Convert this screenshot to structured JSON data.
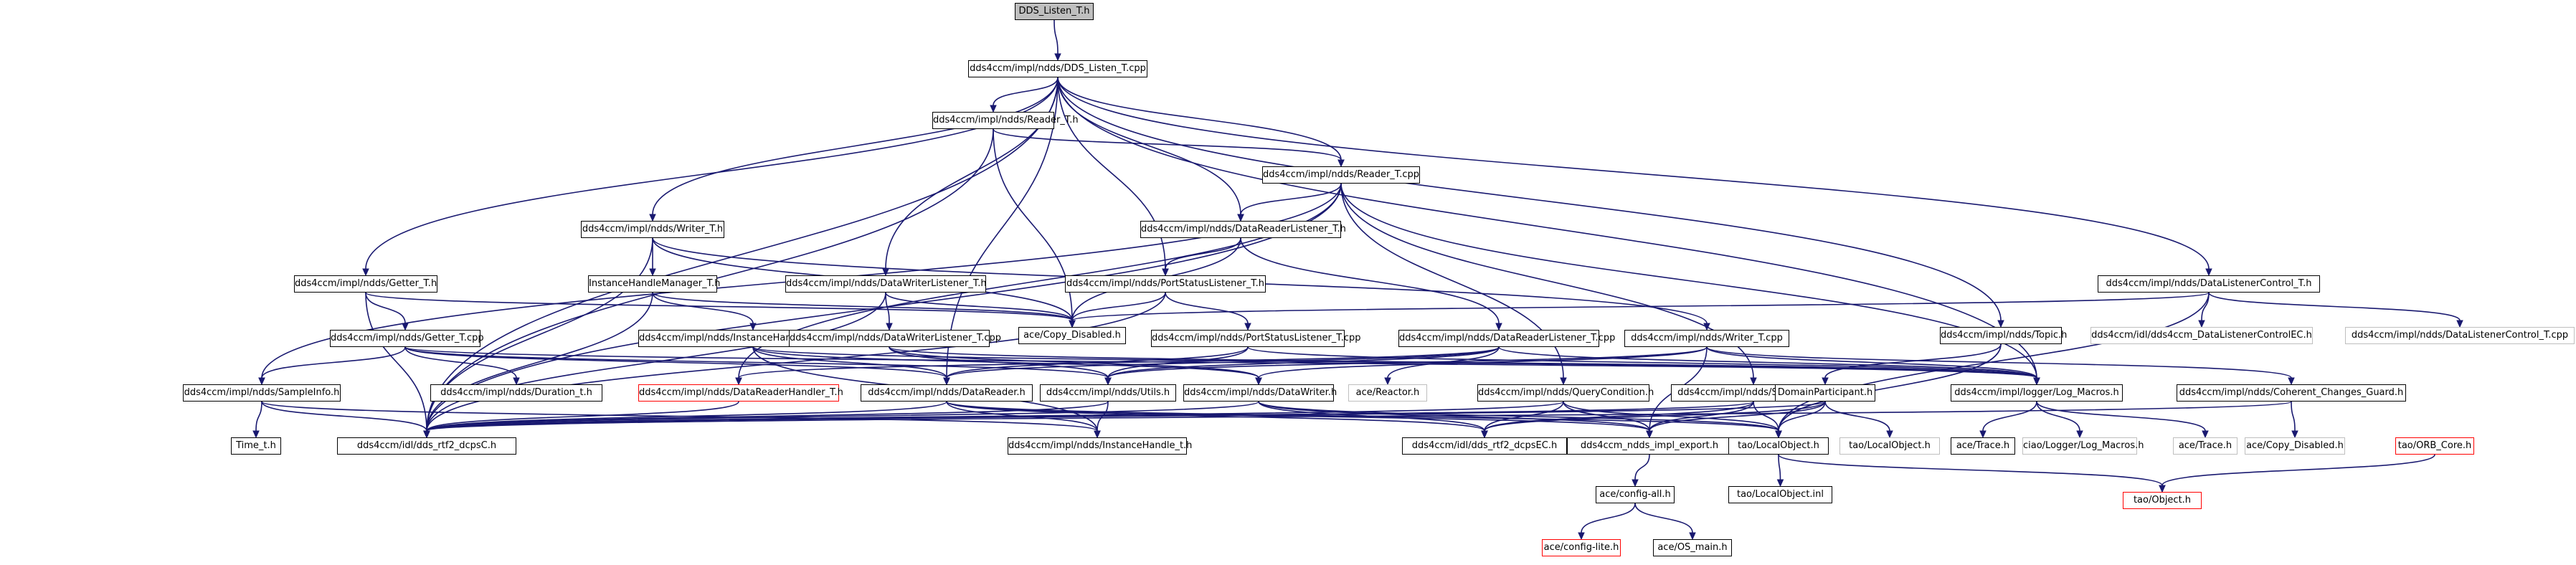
{
  "colors": {
    "edge": "#191970",
    "node_border": "#000000",
    "root_fill": "#bfbfbf",
    "missing_border": "#ff0000",
    "external_border": "#bfbfbf"
  },
  "nodes": [
    {
      "id": "root",
      "label": "DDS_Listen_T.h",
      "kind": "root"
    },
    {
      "id": "listen_cpp",
      "label": "dds4ccm/impl/ndds/DDS_Listen_T.cpp"
    },
    {
      "id": "reader_h",
      "label": "dds4ccm/impl/ndds/Reader_T.h"
    },
    {
      "id": "reader_cpp",
      "label": "dds4ccm/impl/ndds/Reader_T.cpp"
    },
    {
      "id": "writer_h",
      "label": "dds4ccm/impl/ndds/Writer_T.h"
    },
    {
      "id": "drl_h",
      "label": "dds4ccm/impl/ndds/DataReaderListener_T.h"
    },
    {
      "id": "getter_h",
      "label": "dds4ccm/impl/ndds/Getter_T.h"
    },
    {
      "id": "ihm_h",
      "label": "InstanceHandleManager_T.h"
    },
    {
      "id": "dwl_h",
      "label": "dds4ccm/impl/ndds/DataWriterListener_T.h"
    },
    {
      "id": "psl_h",
      "label": "dds4ccm/impl/ndds/PortStatusListener_T.h"
    },
    {
      "id": "dlc_h",
      "label": "dds4ccm/impl/ndds/DataListenerControl_T.h"
    },
    {
      "id": "copy_dis",
      "label": "ace/Copy_Disabled.h"
    },
    {
      "id": "topic_h",
      "label": "dds4ccm/impl/ndds/Topic.h"
    },
    {
      "id": "dlc_ec",
      "label": "dds4ccm/idl/dds4ccm_DataListenerControlEC.h",
      "kind": "gray"
    },
    {
      "id": "dlc_cpp",
      "label": "dds4ccm/impl/ndds/DataListenerControl_T.cpp",
      "kind": "gray"
    },
    {
      "id": "getter_cpp",
      "label": "dds4ccm/impl/ndds/Getter_T.cpp"
    },
    {
      "id": "ihm_cpp",
      "label": "dds4ccm/impl/ndds/InstanceHandleManager_T.cpp"
    },
    {
      "id": "dwl_cpp",
      "label": "dds4ccm/impl/ndds/DataWriterListener_T.cpp"
    },
    {
      "id": "psl_cpp",
      "label": "dds4ccm/impl/ndds/PortStatusListener_T.cpp"
    },
    {
      "id": "drl_cpp",
      "label": "dds4ccm/impl/ndds/DataReaderListener_T.cpp"
    },
    {
      "id": "writer_cpp",
      "label": "dds4ccm/impl/ndds/Writer_T.cpp"
    },
    {
      "id": "sampleinfo",
      "label": "dds4ccm/impl/ndds/SampleInfo.h"
    },
    {
      "id": "duration",
      "label": "dds4ccm/impl/ndds/Duration_t.h"
    },
    {
      "id": "drh",
      "label": "dds4ccm/impl/ndds/DataReaderHandler_T.h",
      "kind": "red"
    },
    {
      "id": "datareader",
      "label": "dds4ccm/impl/ndds/DataReader.h"
    },
    {
      "id": "utils",
      "label": "dds4ccm/impl/ndds/Utils.h"
    },
    {
      "id": "datawriter",
      "label": "dds4ccm/impl/ndds/DataWriter.h"
    },
    {
      "id": "reactor",
      "label": "ace/Reactor.h",
      "kind": "gray"
    },
    {
      "id": "querycond",
      "label": "dds4ccm/impl/ndds/QueryCondition.h"
    },
    {
      "id": "subscriber",
      "label": "dds4ccm/impl/ndds/Subscriber.h"
    },
    {
      "id": "domainpart",
      "label": "DomainParticipant.h"
    },
    {
      "id": "logmacros",
      "label": "dds4ccm/impl/logger/Log_Macros.h"
    },
    {
      "id": "ccg",
      "label": "dds4ccm/impl/ndds/Coherent_Changes_Guard.h"
    },
    {
      "id": "time",
      "label": "Time_t.h"
    },
    {
      "id": "dcpsc",
      "label": "dds4ccm/idl/dds_rtf2_dcpsC.h"
    },
    {
      "id": "ihandle",
      "label": "dds4ccm/impl/ndds/InstanceHandle_t.h"
    },
    {
      "id": "dcpsec",
      "label": "dds4ccm/idl/dds_rtf2_dcpsEC.h"
    },
    {
      "id": "impl_export",
      "label": "dds4ccm_ndds_impl_export.h"
    },
    {
      "id": "localobj",
      "label": "tao/LocalObject.h"
    },
    {
      "id": "localobj2",
      "label": "tao/LocalObject.h",
      "kind": "gray"
    },
    {
      "id": "trace1",
      "label": "ace/Trace.h"
    },
    {
      "id": "ciao_log",
      "label": "ciao/Logger/Log_Macros.h",
      "kind": "gray"
    },
    {
      "id": "trace2",
      "label": "ace/Trace.h",
      "kind": "gray"
    },
    {
      "id": "copy_dis2",
      "label": "ace/Copy_Disabled.h",
      "kind": "gray"
    },
    {
      "id": "orb_core",
      "label": "tao/ORB_Core.h",
      "kind": "red"
    },
    {
      "id": "config_all",
      "label": "ace/config-all.h"
    },
    {
      "id": "localobj_inl",
      "label": "tao/LocalObject.inl"
    },
    {
      "id": "tao_object",
      "label": "tao/Object.h",
      "kind": "red"
    },
    {
      "id": "config_lite",
      "label": "ace/config-lite.h",
      "kind": "red"
    },
    {
      "id": "os_main",
      "label": "ace/OS_main.h"
    }
  ],
  "edges": [
    [
      "root",
      "listen_cpp"
    ],
    [
      "listen_cpp",
      "reader_h"
    ],
    [
      "listen_cpp",
      "reader_cpp"
    ],
    [
      "listen_cpp",
      "writer_h"
    ],
    [
      "listen_cpp",
      "drl_h"
    ],
    [
      "listen_cpp",
      "getter_h"
    ],
    [
      "listen_cpp",
      "dwl_h"
    ],
    [
      "listen_cpp",
      "psl_h"
    ],
    [
      "listen_cpp",
      "dlc_h"
    ],
    [
      "listen_cpp",
      "topic_h"
    ],
    [
      "listen_cpp",
      "dcpsc"
    ],
    [
      "listen_cpp",
      "datareader"
    ],
    [
      "listen_cpp",
      "logmacros"
    ],
    [
      "reader_h",
      "reader_cpp"
    ],
    [
      "reader_h",
      "copy_dis"
    ],
    [
      "reader_h",
      "dcpsc"
    ],
    [
      "reader_cpp",
      "drl_h"
    ],
    [
      "reader_cpp",
      "drh"
    ],
    [
      "reader_cpp",
      "sampleinfo"
    ],
    [
      "reader_cpp",
      "querycond"
    ],
    [
      "reader_cpp",
      "subscriber"
    ],
    [
      "reader_cpp",
      "logmacros"
    ],
    [
      "reader_cpp",
      "dcpsc"
    ],
    [
      "writer_h",
      "ihm_h"
    ],
    [
      "writer_h",
      "writer_cpp"
    ],
    [
      "writer_h",
      "copy_dis"
    ],
    [
      "writer_h",
      "dcpsc"
    ],
    [
      "drl_h",
      "drl_cpp"
    ],
    [
      "drl_h",
      "psl_h"
    ],
    [
      "drl_h",
      "copy_dis"
    ],
    [
      "getter_h",
      "getter_cpp"
    ],
    [
      "getter_h",
      "copy_dis"
    ],
    [
      "getter_h",
      "dcpsc"
    ],
    [
      "ihm_h",
      "ihm_cpp"
    ],
    [
      "ihm_h",
      "copy_dis"
    ],
    [
      "ihm_h",
      "dcpsc"
    ],
    [
      "dwl_h",
      "dwl_cpp"
    ],
    [
      "dwl_h",
      "copy_dis"
    ],
    [
      "dwl_h",
      "dcpsc"
    ],
    [
      "psl_h",
      "psl_cpp"
    ],
    [
      "psl_h",
      "copy_dis"
    ],
    [
      "psl_h",
      "dcpsc"
    ],
    [
      "dlc_h",
      "copy_dis"
    ],
    [
      "dlc_h",
      "dlc_ec"
    ],
    [
      "dlc_h",
      "dlc_cpp"
    ],
    [
      "dlc_h",
      "localobj"
    ],
    [
      "topic_h",
      "domainpart"
    ],
    [
      "topic_h",
      "localobj"
    ],
    [
      "getter_cpp",
      "sampleinfo"
    ],
    [
      "getter_cpp",
      "duration"
    ],
    [
      "getter_cpp",
      "datareader"
    ],
    [
      "getter_cpp",
      "utils"
    ],
    [
      "getter_cpp",
      "logmacros"
    ],
    [
      "ihm_cpp",
      "datareader"
    ],
    [
      "ihm_cpp",
      "datawriter"
    ],
    [
      "ihm_cpp",
      "ihandle"
    ],
    [
      "ihm_cpp",
      "logmacros"
    ],
    [
      "dwl_cpp",
      "datawriter"
    ],
    [
      "dwl_cpp",
      "utils"
    ],
    [
      "dwl_cpp",
      "logmacros"
    ],
    [
      "psl_cpp",
      "utils"
    ],
    [
      "psl_cpp",
      "datareader"
    ],
    [
      "psl_cpp",
      "logmacros"
    ],
    [
      "drl_cpp",
      "drh"
    ],
    [
      "drl_cpp",
      "datareader"
    ],
    [
      "drl_cpp",
      "utils"
    ],
    [
      "drl_cpp",
      "reactor"
    ],
    [
      "drl_cpp",
      "logmacros"
    ],
    [
      "writer_cpp",
      "utils"
    ],
    [
      "writer_cpp",
      "datawriter"
    ],
    [
      "writer_cpp",
      "ccg"
    ],
    [
      "writer_cpp",
      "logmacros"
    ],
    [
      "writer_cpp",
      "impl_export"
    ],
    [
      "sampleinfo",
      "time"
    ],
    [
      "sampleinfo",
      "dcpsc"
    ],
    [
      "sampleinfo",
      "ihandle"
    ],
    [
      "drh",
      "dcpsc"
    ],
    [
      "datareader",
      "dcpsc"
    ],
    [
      "datareader",
      "dcpsec"
    ],
    [
      "datareader",
      "impl_export"
    ],
    [
      "datareader",
      "localobj"
    ],
    [
      "datareader",
      "ihandle"
    ],
    [
      "utils",
      "dcpsc"
    ],
    [
      "utils",
      "ihandle"
    ],
    [
      "datawriter",
      "dcpsc"
    ],
    [
      "datawriter",
      "dcpsec"
    ],
    [
      "datawriter",
      "impl_export"
    ],
    [
      "datawriter",
      "localobj"
    ],
    [
      "querycond",
      "dcpsc"
    ],
    [
      "querycond",
      "dcpsec"
    ],
    [
      "querycond",
      "impl_export"
    ],
    [
      "querycond",
      "localobj"
    ],
    [
      "subscriber",
      "dcpsc"
    ],
    [
      "subscriber",
      "dcpsec"
    ],
    [
      "subscriber",
      "impl_export"
    ],
    [
      "subscriber",
      "localobj"
    ],
    [
      "domainpart",
      "dcpsc"
    ],
    [
      "domainpart",
      "dcpsec"
    ],
    [
      "domainpart",
      "impl_export"
    ],
    [
      "domainpart",
      "localobj"
    ],
    [
      "domainpart",
      "localobj2"
    ],
    [
      "logmacros",
      "trace1"
    ],
    [
      "logmacros",
      "ciao_log"
    ],
    [
      "logmacros",
      "trace2"
    ],
    [
      "ccg",
      "copy_dis2"
    ],
    [
      "ccg",
      "dcpsc"
    ],
    [
      "orb_core",
      "tao_object"
    ],
    [
      "impl_export",
      "config_all"
    ],
    [
      "config_all",
      "config_lite"
    ],
    [
      "config_all",
      "os_main"
    ],
    [
      "localobj",
      "localobj_inl"
    ],
    [
      "localobj",
      "tao_object"
    ]
  ]
}
